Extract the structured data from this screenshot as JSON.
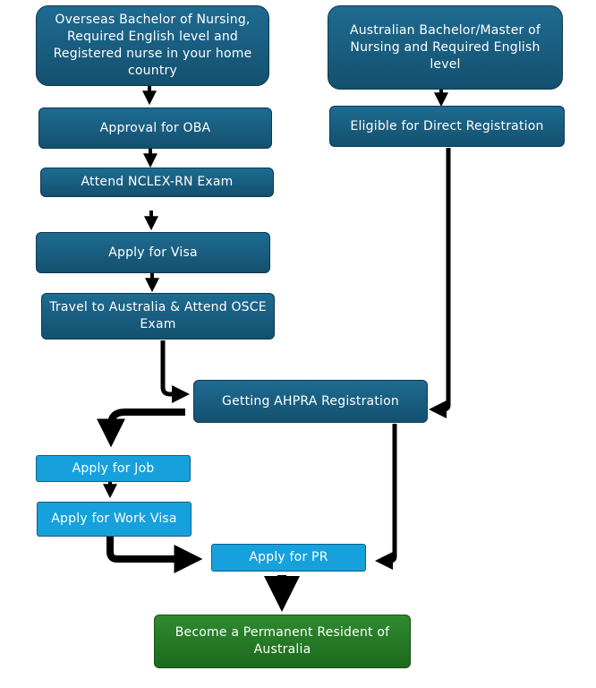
{
  "nodes": {
    "overseas": "Overseas Bachelor of Nursing, Required English level and Registered nurse in your home country",
    "australian": "Australian Bachelor/Master of Nursing and Required English level",
    "oba": "Approval for OBA",
    "direct": "Eligible for Direct Registration",
    "nclex": "Attend NCLEX-RN Exam",
    "visa": "Apply for Visa",
    "travel": "Travel to Australia & Attend OSCE Exam",
    "ahpra": "Getting AHPRA Registration",
    "job": "Apply for Job",
    "workvisa": "Apply for Work Visa",
    "pr": "Apply for PR",
    "resident": "Become a Permanent Resident of Australia"
  },
  "colors": {
    "dark_box": "#1a5f82",
    "light_box": "#16a1dd",
    "green_box": "#247a24",
    "arrow": "#000000"
  }
}
